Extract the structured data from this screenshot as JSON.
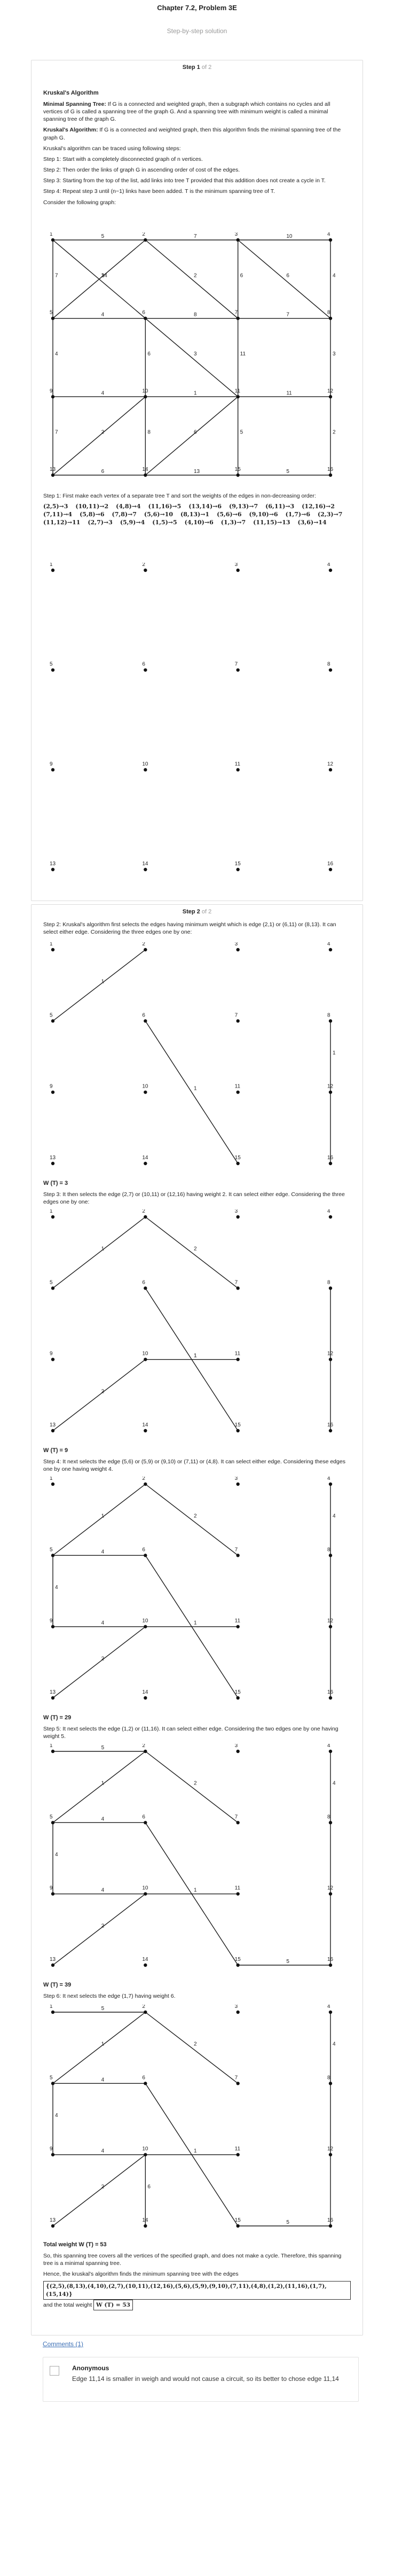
{
  "header": {
    "title": "Chapter 7.2, Problem 3E",
    "subtitle": "Step-by-step solution"
  },
  "step1": {
    "label": "Step 1",
    "of": "of 2",
    "heading": "Kruskal's Algorithm",
    "def1_bold": "Minimal Spanning Tree:",
    "def1": "If G is a connected and weighted graph, then a subgraph which contains no cycles and all vertices of G is called a spanning tree of the graph G. And a spanning tree with minimum weight is called a minimal spanning tree of the graph G.",
    "def2_bold": "Kruskal's Algorithm:",
    "def2": "If G is a connected and weighted graph, then this algorithm finds the minimal spanning tree of the graph G.",
    "intro": "Kruskal's algorithm can be traced using following steps:",
    "s1": "Step 1: Start with a completely disconnected graph of n vertices.",
    "s2": "Step 2: Then order the links of graph G in ascending order of cost of the edges.",
    "s3": "Step 3: Starting from the top of the list, add links into tree T provided that this addition does not create a cycle in T.",
    "s4": "Step 4: Repeat step 3 until (n−1) links have been added. T is the minimum spanning tree of T.",
    "consider": "Consider the following graph:",
    "first_make": "Step 1: First make each vertex of a separate tree T and sort the weights of the edges in non-decreasing order:",
    "edges": [
      "(2,5)→3",
      "(10,11)→2",
      "(4,8)→4",
      "(11,16)→5",
      "(13,14)→6",
      "(9,13)→7",
      "(6,11)→3",
      "(12,16)→2",
      "(7,11)→4",
      "(5,8)→6",
      "(7,8)→7",
      "(5,6)→10",
      "(8,13)→1",
      "(5,6)→6",
      "(9,10)→6",
      "(1,7)→6",
      "(2,3)→7",
      "(11,12)→11",
      "(2,7)→3",
      "(5,9)→4",
      "(1,5)→5",
      "(4,10)→6",
      "(1,3)→7",
      "(11,15)→13",
      "(3,6)→14"
    ]
  },
  "step2": {
    "label": "Step 2",
    "of": "of 2",
    "t_step2": "Step 2: Kruskal's algorithm first selects the edges having minimum weight which is edge (2,1) or (6,11) or (8,13). It can select either edge. Considering the three edges one by one:",
    "w1": "W (T) = 3",
    "t_step3": "Step 3: It then selects the edge (2,7) or (10,11) or (12,16) having weight 2. It can select either edge. Considering the three edges one by one:",
    "w2": "W (T) = 9",
    "t_step4": "Step 4: It next selects the edge (5,6) or (5,9) or (9,10) or (7,11) or (4,8). It can select either edge. Considering these edges one by one having weight 4.",
    "w3": "W (T) = 29",
    "t_step5": "Step 5: It next selects the edge (1,2) or (11,16). It can select either edge. Considering the two edges one by one having weight 5.",
    "w4": "W (T) = 39",
    "t_step6": "Step 6: It next selects the edge (1,7) having weight 6.",
    "w5": "Total weight W (T) = 53",
    "conclusion1": "So, this spanning tree covers all the vertices of the specified graph, and does not make a cycle. Therefore, this spanning tree is a minimal spanning tree.",
    "conclusion2": "Hence, the kruskal's algorithm finds the minimum spanning tree with the edges",
    "answer_edges": "{(2,5),(8,13),(4,10),(2,7),(10,11),(12,16),(5,6),(5,9),(9,10),(7,11),(4,8),(1,2),(11,16),(1,7),(15,14)}",
    "and_the": "and the",
    "total_weight_label": "total weight",
    "total_weight_value": "W (T) = 53"
  },
  "comments": {
    "link": "Comments (1)",
    "author": "Anonymous",
    "text": "Edge 11,14 is smaller in weigh and would not cause a circuit, so its better to chose edge 11,14"
  }
}
